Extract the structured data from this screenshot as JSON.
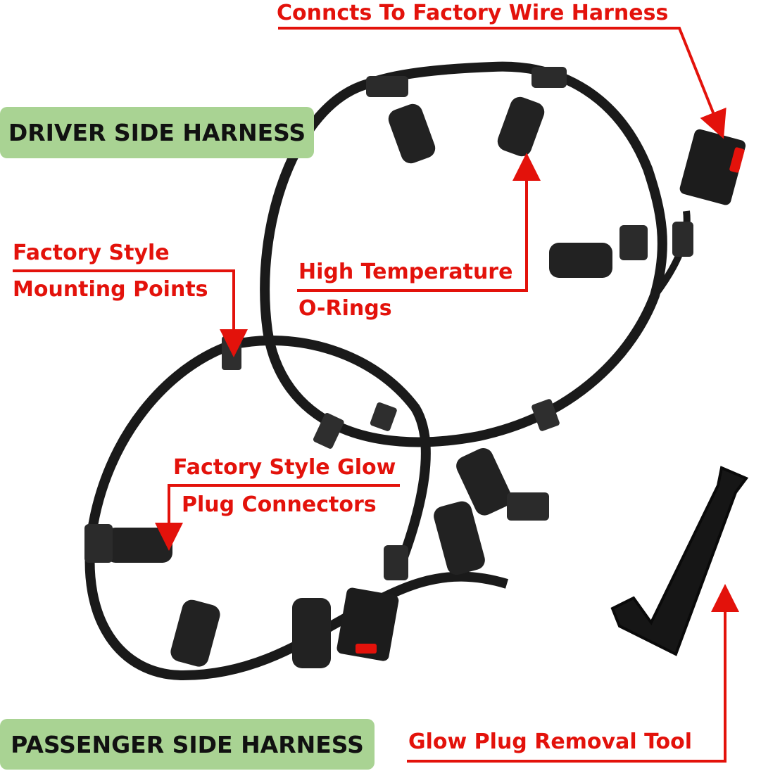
{
  "badges": {
    "driver": "DRIVER SIDE HARNESS",
    "passenger": "PASSENGER SIDE HARNESS"
  },
  "callouts": {
    "factory_harness": "Conncts To Factory Wire Harness",
    "mounting_line1": "Factory Style",
    "mounting_line2": "Mounting Points",
    "temp_line1": "High Temperature",
    "temp_line2": "O-Rings",
    "glow_line1": "Factory Style Glow",
    "glow_line2": "Plug Connectors",
    "tool": "Glow Plug Removal Tool"
  },
  "colors": {
    "callout": "#e3120b",
    "badge_bg": "#a9d393",
    "wire": "#1a1a1a"
  }
}
